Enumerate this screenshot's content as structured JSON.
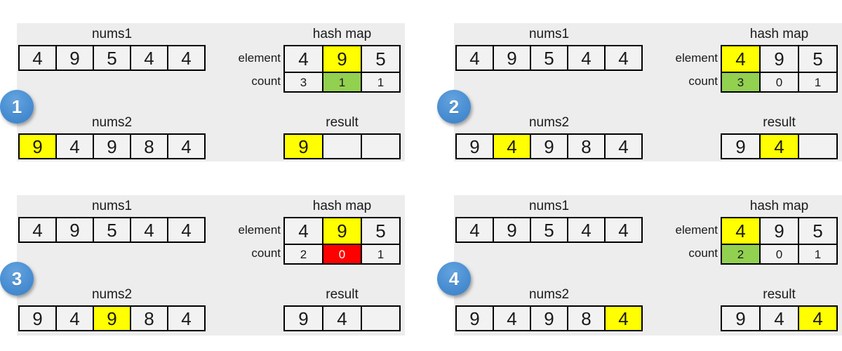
{
  "colors": {
    "panel_bg": "#ededed",
    "cell_bg": "#f2f2f2",
    "highlight_yellow": "#ffff00",
    "highlight_green": "#92d050",
    "highlight_red": "#ff0000",
    "badge_blue": "#4a8fd3",
    "border_black": "#000000"
  },
  "panels": [
    {
      "badge": "1",
      "nums1": {
        "title": "nums1",
        "cells": [
          {
            "v": "4"
          },
          {
            "v": "9"
          },
          {
            "v": "5"
          },
          {
            "v": "4"
          },
          {
            "v": "4"
          }
        ]
      },
      "hashmap": {
        "title": "hash map",
        "element_label": "element",
        "count_label": "count",
        "element": [
          {
            "v": "4"
          },
          {
            "v": "9",
            "hl": "yellow"
          },
          {
            "v": "5"
          }
        ],
        "count": [
          {
            "v": "3"
          },
          {
            "v": "1",
            "hl": "green"
          },
          {
            "v": "1"
          }
        ]
      },
      "nums2": {
        "title": "nums2",
        "cells": [
          {
            "v": "9",
            "hl": "yellow"
          },
          {
            "v": "4"
          },
          {
            "v": "9"
          },
          {
            "v": "8"
          },
          {
            "v": "4"
          }
        ]
      },
      "result": {
        "title": "result",
        "cells": [
          {
            "v": "9",
            "hl": "yellow"
          },
          {
            "v": ""
          },
          {
            "v": ""
          }
        ]
      }
    },
    {
      "badge": "2",
      "nums1": {
        "title": "nums1",
        "cells": [
          {
            "v": "4"
          },
          {
            "v": "9"
          },
          {
            "v": "5"
          },
          {
            "v": "4"
          },
          {
            "v": "4"
          }
        ]
      },
      "hashmap": {
        "title": "hash map",
        "element_label": "element",
        "count_label": "count",
        "element": [
          {
            "v": "4",
            "hl": "yellow"
          },
          {
            "v": "9"
          },
          {
            "v": "5"
          }
        ],
        "count": [
          {
            "v": "3",
            "hl": "green"
          },
          {
            "v": "0"
          },
          {
            "v": "1"
          }
        ]
      },
      "nums2": {
        "title": "nums2",
        "cells": [
          {
            "v": "9"
          },
          {
            "v": "4",
            "hl": "yellow"
          },
          {
            "v": "9"
          },
          {
            "v": "8"
          },
          {
            "v": "4"
          }
        ]
      },
      "result": {
        "title": "result",
        "cells": [
          {
            "v": "9"
          },
          {
            "v": "4",
            "hl": "yellow"
          },
          {
            "v": ""
          }
        ]
      }
    },
    {
      "badge": "3",
      "nums1": {
        "title": "nums1",
        "cells": [
          {
            "v": "4"
          },
          {
            "v": "9"
          },
          {
            "v": "5"
          },
          {
            "v": "4"
          },
          {
            "v": "4"
          }
        ]
      },
      "hashmap": {
        "title": "hash map",
        "element_label": "element",
        "count_label": "count",
        "element": [
          {
            "v": "4"
          },
          {
            "v": "9",
            "hl": "yellow"
          },
          {
            "v": "5"
          }
        ],
        "count": [
          {
            "v": "2"
          },
          {
            "v": "0",
            "hl": "red"
          },
          {
            "v": "1"
          }
        ]
      },
      "nums2": {
        "title": "nums2",
        "cells": [
          {
            "v": "9"
          },
          {
            "v": "4"
          },
          {
            "v": "9",
            "hl": "yellow"
          },
          {
            "v": "8"
          },
          {
            "v": "4"
          }
        ]
      },
      "result": {
        "title": "result",
        "cells": [
          {
            "v": "9"
          },
          {
            "v": "4"
          },
          {
            "v": ""
          }
        ]
      }
    },
    {
      "badge": "4",
      "nums1": {
        "title": "nums1",
        "cells": [
          {
            "v": "4"
          },
          {
            "v": "9"
          },
          {
            "v": "5"
          },
          {
            "v": "4"
          },
          {
            "v": "4"
          }
        ]
      },
      "hashmap": {
        "title": "hash map",
        "element_label": "element",
        "count_label": "count",
        "element": [
          {
            "v": "4",
            "hl": "yellow"
          },
          {
            "v": "9"
          },
          {
            "v": "5"
          }
        ],
        "count": [
          {
            "v": "2",
            "hl": "green"
          },
          {
            "v": "0"
          },
          {
            "v": "1"
          }
        ]
      },
      "nums2": {
        "title": "nums2",
        "cells": [
          {
            "v": "9"
          },
          {
            "v": "4"
          },
          {
            "v": "9"
          },
          {
            "v": "8"
          },
          {
            "v": "4",
            "hl": "yellow"
          }
        ]
      },
      "result": {
        "title": "result",
        "cells": [
          {
            "v": "9"
          },
          {
            "v": "4"
          },
          {
            "v": "4",
            "hl": "yellow"
          }
        ]
      }
    }
  ]
}
